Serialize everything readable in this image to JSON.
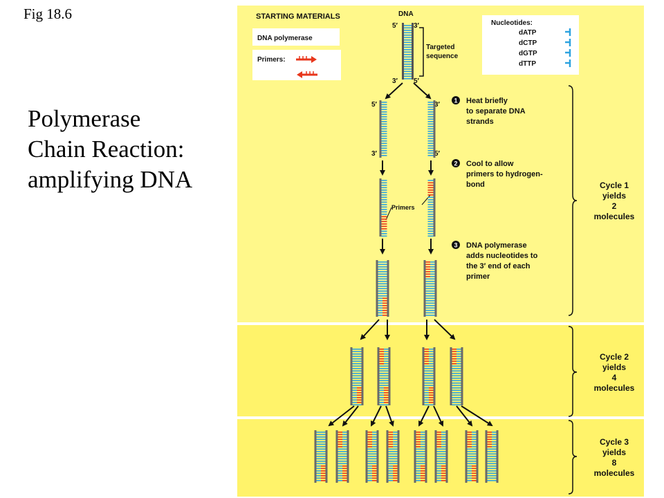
{
  "slide": {
    "fig_label": "Fig 18.6",
    "title_lines": [
      "Polymerase",
      "Chain Reaction:",
      "amplifying DNA"
    ]
  },
  "diagram": {
    "starting_materials": {
      "heading": "STARTING MATERIALS",
      "dna_polymerase": "DNA polymerase",
      "primers": "Primers:"
    },
    "dna": {
      "label": "DNA",
      "end_5_top": "5′",
      "end_3_top": "3′",
      "end_3_bottom": "3′",
      "end_5_bottom": "5′",
      "targeted_line1": "Targeted",
      "targeted_line2": "sequence"
    },
    "nucleotides": {
      "heading": "Nucleotides:",
      "items": [
        "dATP",
        "dCTP",
        "dGTP",
        "dTTP"
      ]
    },
    "separated_ends": {
      "left_top": "5′",
      "left_bottom": "3′",
      "right_top": "3′",
      "right_bottom": "5′"
    },
    "primers_label": "Primers",
    "steps": [
      {
        "num": "1",
        "lines": [
          "Heat briefly",
          "to separate DNA",
          "strands"
        ]
      },
      {
        "num": "2",
        "lines": [
          "Cool to allow",
          "primers to hydrogen-",
          "bond"
        ]
      },
      {
        "num": "3",
        "lines": [
          "DNA polymerase",
          "adds nucleotides to",
          "the 3′ end of each",
          "primer"
        ]
      }
    ],
    "cycles": [
      {
        "lines": [
          "Cycle 1",
          "yields",
          "2",
          "molecules"
        ]
      },
      {
        "lines": [
          "Cycle 2",
          "yields",
          "4",
          "molecules"
        ]
      },
      {
        "lines": [
          "Cycle 3",
          "yields",
          "8",
          "molecules"
        ]
      }
    ],
    "colors": {
      "panel": "#fff88a",
      "panel_band": "#fff36a",
      "strand_blue": "#2ea3e0",
      "primer_red": "#e8371c",
      "backbone": "#6a6a6a"
    }
  }
}
